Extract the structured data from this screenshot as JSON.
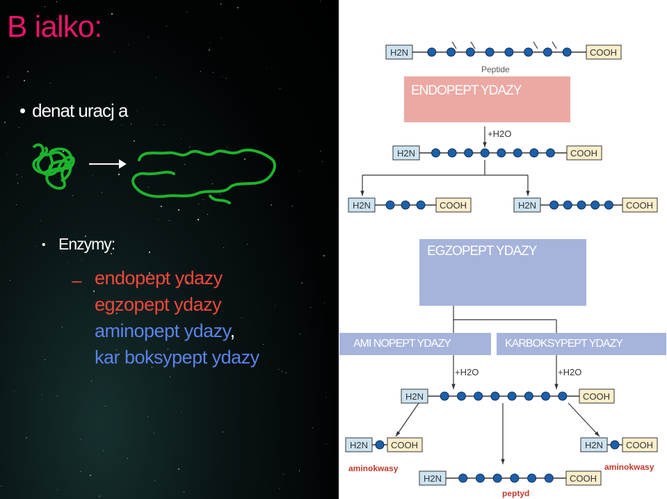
{
  "slide": {
    "title": "B ialko:",
    "bullet1": "denat uracj a",
    "bullet2": "Enzymy:",
    "dash": "–",
    "enzymes": [
      {
        "text": "endopept ydazy",
        "color": "#ee4a3c"
      },
      {
        "text": "egzopept ydazy",
        "color": "#ee4a3c"
      },
      {
        "text": "aminopept ydazy",
        "color": "#5a84e8",
        "suffix": ","
      },
      {
        "text": "kar boksypept ydazy",
        "color": "#5a84e8"
      }
    ]
  },
  "diagram": {
    "endo_box": "ENDOPEPT YDAZY",
    "egzo_box": "EGZOPEPT YDAZY",
    "amino_box": "AMI NOPEPT YDAZY",
    "karbo_box": "KARBOKSYPEPT YDAZY",
    "peptide_label": "Peptide",
    "h2n": "H2N",
    "cooh": "COOH",
    "water": "+H2O",
    "aminokwasy_left": "aminokwasy",
    "aminokwasy_right": "aminokwasy",
    "peptyd": "peptyd"
  }
}
